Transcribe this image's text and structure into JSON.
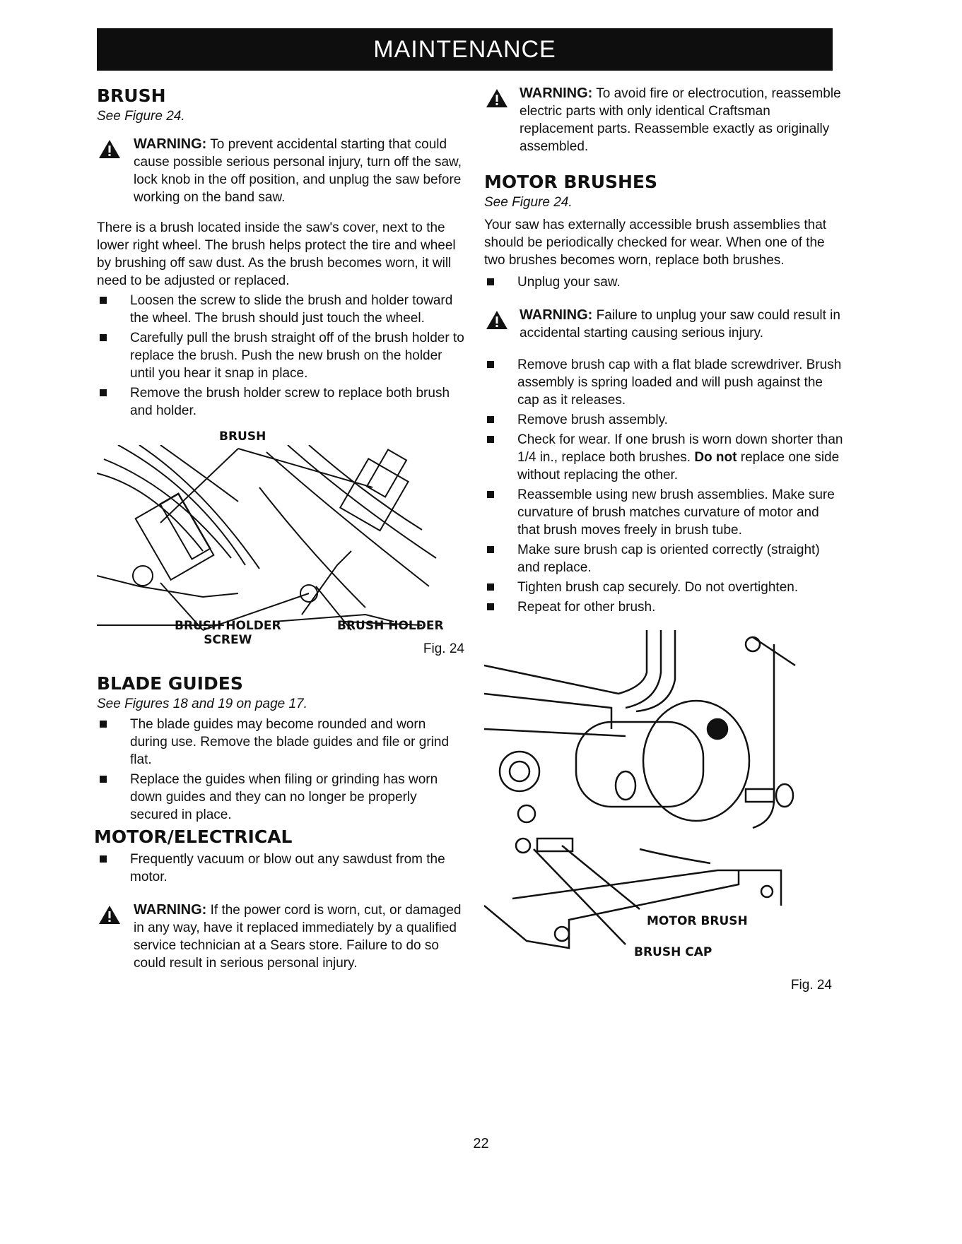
{
  "header": {
    "title": "MAINTENANCE"
  },
  "brush": {
    "heading": "BRUSH",
    "see": "See Figure 24.",
    "warning_label": "WARNING:",
    "warning_text": "To prevent accidental starting that could cause possible serious personal injury, turn off the saw, lock knob in the off position, and unplug the saw before working on the band saw.",
    "intro": "There is a brush located inside the saw's cover, next to the lower right wheel. The brush helps protect the tire and wheel by brushing off saw dust. As the brush becomes worn, it will need to be adjusted or replaced.",
    "steps": [
      "Loosen the screw to slide the brush and holder toward the wheel. The brush should just touch the wheel.",
      "Carefully pull the brush straight off of the brush holder to replace the brush. Push the new brush on the holder until you hear it snap in place.",
      "Remove the brush holder screw to replace both brush and holder."
    ]
  },
  "figure1": {
    "label_brush": "BRUSH",
    "label_holder_screw_1": "BRUSH HOLDER",
    "label_holder_screw_2": "SCREW",
    "label_holder": "BRUSH HOLDER",
    "caption": "Fig. 24"
  },
  "blade_guides": {
    "heading": "BLADE GUIDES",
    "see": "See Figures 18 and 19 on page 17.",
    "steps": [
      "The blade guides may become rounded and worn during use. Remove the blade guides and file or grind flat.",
      "Replace the guides when filing or grinding has worn down guides and they can no longer be properly secured in place."
    ]
  },
  "motor_electrical": {
    "heading": "MOTOR/ELECTRICAL",
    "steps": [
      "Frequently vacuum or blow out any sawdust from the motor."
    ],
    "warning_label": "WARNING:",
    "warning_text": "If the power cord is worn, cut, or damaged in any way, have it replaced immediately by a qualified service technician at a Sears store. Failure to do so could result in serious personal injury."
  },
  "right_warning": {
    "label": "WARNING:",
    "text": "To avoid fire or electrocution, reassemble electric parts with only identical Craftsman replacement parts. Reassemble exactly as originally assembled."
  },
  "motor_brushes": {
    "heading": "MOTOR BRUSHES",
    "see": "See Figure 24.",
    "intro": "Your saw has externally accessible brush assemblies that should be periodically checked for wear. When one of the two brushes becomes worn, replace both brushes.",
    "step_unplug": "Unplug your saw.",
    "warning_label": "WARNING:",
    "warning_text": "Failure to unplug your saw could result in accidental starting causing serious injury.",
    "steps": [
      "Remove brush cap with a flat blade screwdriver. Brush assembly is spring loaded and will push against the cap as it releases.",
      "Remove brush assembly."
    ],
    "step_check_a": "Check for wear. If one brush is worn down shorter than 1/4 in., replace both brushes.",
    "step_check_bold": "Do not",
    "step_check_b": "replace one side without replacing the other.",
    "steps2": [
      "Reassemble using new brush assemblies. Make sure curvature of brush matches curvature of motor and that brush moves freely in brush tube.",
      "Make sure brush cap is oriented correctly (straight) and replace.",
      "Tighten brush cap securely. Do not overtighten.",
      "Repeat for other brush."
    ]
  },
  "figure2": {
    "label_motor_brush": "MOTOR BRUSH",
    "label_brush_cap": "BRUSH CAP",
    "caption": "Fig. 24"
  },
  "footer": {
    "page_number": "22"
  }
}
